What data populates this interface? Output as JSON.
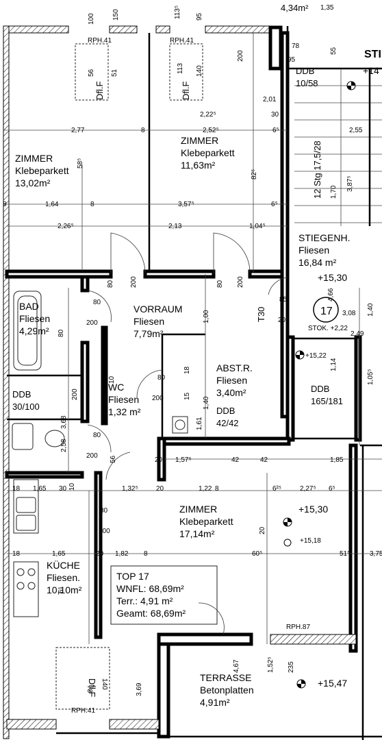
{
  "rooms": {
    "zimmer1": {
      "name": "ZIMMER",
      "floor": "Klebeparkett",
      "area": "13,02m²"
    },
    "zimmer2": {
      "name": "ZIMMER",
      "floor": "Klebeparkett",
      "area": "11,63m²"
    },
    "stiege": {
      "name": "STIEGENH.",
      "floor": "Fliesen",
      "area": "16,84 m²"
    },
    "bad": {
      "name": "BAD",
      "floor": "Fliesen",
      "area": "4,29m²"
    },
    "vorraum": {
      "name": "VORRAUM",
      "floor": "Fliesen",
      "area": "7,79m²"
    },
    "abst": {
      "name": "ABST.R.",
      "floor": "Fliesen",
      "area": "3,40m²"
    },
    "wc": {
      "name": "WC",
      "floor": "Fliesen",
      "area": "1,32 m²"
    },
    "zimmer3": {
      "name": "ZIMMER",
      "floor": "Klebeparkett",
      "area": "17,14m²"
    },
    "kueche": {
      "name": "KÜCHE",
      "floor": "Fliesen.",
      "area": "10,10m²"
    },
    "terrasse": {
      "name": "TERRASSE",
      "floor": "Betonplatten",
      "area": "4,91m²"
    }
  },
  "summary": {
    "top": "TOP 17",
    "wnfl": "WNFL: 68,69m²",
    "terr": "Terr.: 4,91 m²",
    "geamt": "Geamt: 68,69m²"
  },
  "labels": {
    "top_area": "4,34m²",
    "top_dim": "1,35",
    "sti": "STI",
    "ddb1_a": "DDB",
    "ddb1_b": "10/58",
    "ddb2_a": "DDB",
    "ddb2_b": "30/100",
    "ddb3_a": "DDB",
    "ddb3_b": "42/42",
    "ddb4_a": "DDB",
    "ddb4_b": "165/181",
    "stairs": "12 Stg 17,5/28",
    "level_1530a": "+15,30",
    "level_1530b": "+15,30",
    "level_1547": "+15,47",
    "level_1518": "+15,18",
    "level_1522": "+15,22",
    "level_14": "+14",
    "stok": "STOK. +2,22",
    "t30": "T30",
    "top_num": "17",
    "rph1": "RPH.41",
    "rph2": "RPH.41",
    "rph3": "RPH.87",
    "rph4": "RPH.41",
    "dflf1": "Dfl.F",
    "dflf2": "Dfl.F",
    "dflf3": "Dfl.F"
  },
  "dims": [
    "2,77",
    "8",
    "2,52⁵",
    "6⁵",
    "2,55",
    "2,22⁵",
    "30",
    "8",
    "1,64",
    "8",
    "3,57⁵",
    "6⁵",
    "2,26⁵",
    "2,13",
    "1,04⁵",
    "80",
    "200",
    "80",
    "200",
    "85",
    "200",
    "80",
    "200",
    "80",
    "200",
    "80",
    "200",
    "80",
    "200",
    "80",
    "200",
    "2,58",
    "3,68",
    "1,00",
    "10",
    "1,40",
    "1,61",
    "1,57⁵",
    "42",
    "42",
    "1,85",
    "18",
    "1,65",
    "30",
    "10",
    "1,32⁵",
    "20",
    "1,22",
    "8",
    "6²⁵",
    "2,27⁵",
    "6⁵",
    "18",
    "1,65",
    "20",
    "1,82",
    "8",
    "60⁵",
    "51⁵",
    "3,75",
    "20",
    "6⁵",
    "3,69",
    "4,67",
    "1,52⁵",
    "235",
    "100",
    "150",
    "113⁵",
    "95",
    "78",
    "95",
    "55",
    "200",
    "58⁵",
    "82⁵",
    "1,70",
    "3,87⁵",
    "4,66",
    "3,08",
    "1,40",
    "1,14",
    "1,05⁵",
    "2,49",
    "2,01",
    "20",
    "18",
    "15",
    "56",
    "56",
    "51",
    "113",
    "140",
    "78",
    "140",
    "113",
    "140"
  ],
  "colors": {
    "wall": "#000000",
    "line": "#444444",
    "text": "#000000",
    "background": "#ffffff"
  },
  "icons": [
    "level-marker-icon",
    "door-swing-icon",
    "toilet-icon",
    "bathtub-icon",
    "sink-icon",
    "stove-icon",
    "washing-machine-icon"
  ]
}
